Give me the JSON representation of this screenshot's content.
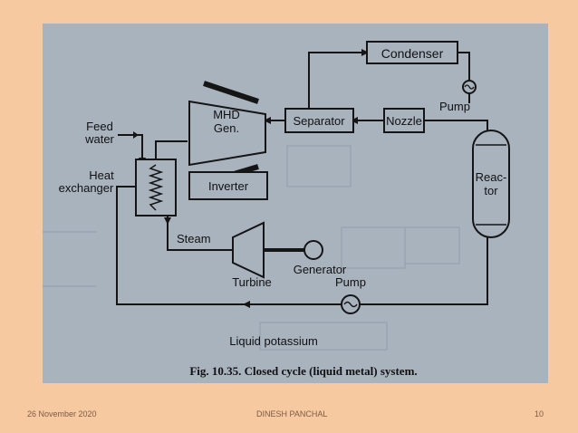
{
  "diagram": {
    "labels": {
      "condenser": "Condenser",
      "pump_top": "Pump",
      "separator": "Separator",
      "nozzle": "Nozzle",
      "mhd_line1": "MHD",
      "mhd_line2": "Gen.",
      "inverter": "Inverter",
      "feed_line1": "Feed",
      "feed_line2": "water",
      "heat_line1": "Heat",
      "heat_line2": "exchanger",
      "reactor_line1": "Reac-",
      "reactor_line2": "tor",
      "steam": "Steam",
      "turbine": "Turbine",
      "generator": "Generator",
      "pump_bottom": "Pump",
      "liquid_potassium": "Liquid potassium"
    },
    "caption": "Fig. 10.35. Closed cycle (liquid metal) system."
  },
  "footer": {
    "date": "26 November 2020",
    "author": "DINESH PANCHAL",
    "page": "10"
  }
}
